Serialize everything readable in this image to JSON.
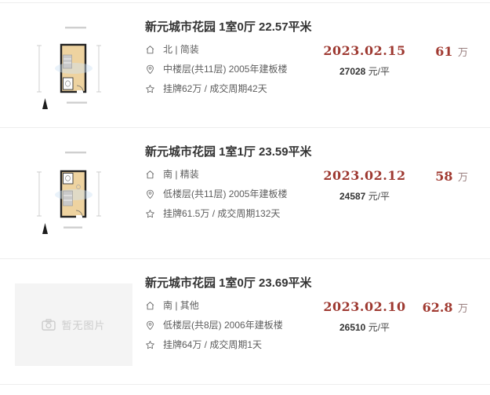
{
  "colors": {
    "accent_red": "#9e3a32",
    "title_text": "#333333",
    "info_text": "#5d5d5d",
    "divider": "#ededed",
    "floorplan_fill": "#eed3a0",
    "placeholder_bg": "#f4f4f4",
    "placeholder_text": "#cccccc",
    "total_unit_gray": "#9a8080"
  },
  "icons": {
    "orientation": "home-icon",
    "floor": "location-icon",
    "history": "star-icon",
    "no_image": "camera-icon",
    "compass": "compass-icon"
  },
  "placeholder": {
    "label": "暂无图片"
  },
  "listings": [
    {
      "title": "新元城市花园 1室0厅 22.57平米",
      "orientation": "北 | 简装",
      "floor": "中楼层(共11层) 2005年建板楼",
      "history": "挂牌62万 / 成交周期42天",
      "deal_date": "2023.02.15",
      "unit_price": "27028",
      "unit_price_suffix": "元/平",
      "total_price": "61",
      "total_price_unit": "万"
    },
    {
      "title": "新元城市花园 1室1厅 23.59平米",
      "orientation": "南 | 精装",
      "floor": "低楼层(共11层) 2005年建板楼",
      "history": "挂牌61.5万 / 成交周期132天",
      "deal_date": "2023.02.12",
      "unit_price": "24587",
      "unit_price_suffix": "元/平",
      "total_price": "58",
      "total_price_unit": "万"
    },
    {
      "title": "新元城市花园 1室0厅 23.69平米",
      "orientation": "南 | 其他",
      "floor": "低楼层(共8层) 2006年建板楼",
      "history": "挂牌64万 / 成交周期1天",
      "deal_date": "2023.02.10",
      "unit_price": "26510",
      "unit_price_suffix": "元/平",
      "total_price": "62.8",
      "total_price_unit": "万"
    }
  ]
}
